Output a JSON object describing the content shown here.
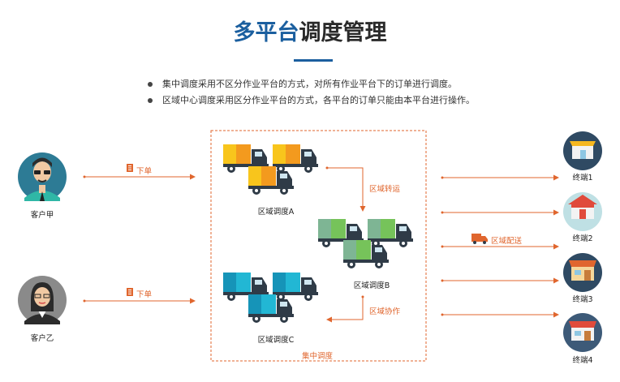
{
  "title": {
    "highlight": "多平台",
    "rest": "调度管理"
  },
  "bullets": [
    "集中调度采用不区分作业平台的方式，对所有作业平台下的订单进行调度。",
    "区域中心调度采用区分作业平台的方式，各平台的订单只能由本平台进行操作。"
  ],
  "customers": [
    {
      "label": "客户甲"
    },
    {
      "label": "客户乙"
    }
  ],
  "order_label": "下单",
  "regions": [
    {
      "label": "区域调度A"
    },
    {
      "label": "区域调度B"
    },
    {
      "label": "区域调度C"
    }
  ],
  "central_label": "集中调度",
  "transfer_label": "区域转运",
  "collab_label": "区域协作",
  "delivery_label": "区域配送",
  "terminals": [
    {
      "label": "终端1"
    },
    {
      "label": "终端2"
    },
    {
      "label": "终端3"
    },
    {
      "label": "终端4"
    }
  ],
  "colors": {
    "accent": "#1b5f9f",
    "arrow": "#e0662e",
    "truck_a": "#f5b71f",
    "truck_b": "#6aaa7c",
    "truck_c": "#1ea3c9",
    "avatar_bg": "#2d7b95"
  }
}
